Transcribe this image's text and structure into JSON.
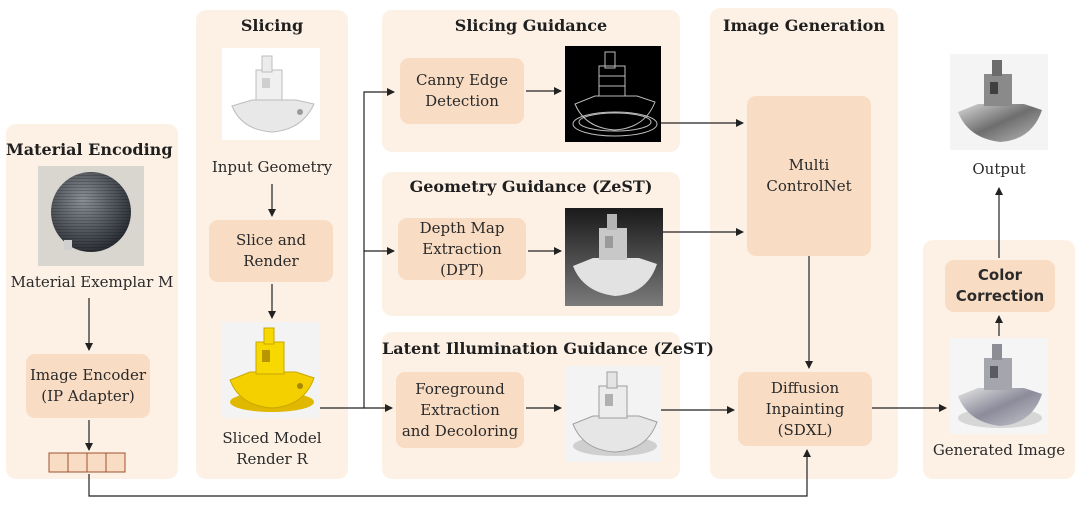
{
  "sections": {
    "material_encoding": "Material Encoding",
    "slicing": "Slicing",
    "slicing_guidance": "Slicing Guidance",
    "geometry_guidance": "Geometry Guidance (ZeST)",
    "latent_illumination_guidance": "Latent Illumination Guidance (ZeST)",
    "image_generation": "Image Generation"
  },
  "nodes": {
    "material_exemplar": "Material Exemplar M",
    "image_encoder": "Image Encoder\n(IP Adapter)",
    "input_geometry": "Input Geometry",
    "slice_and_render": "Slice and\nRender",
    "sliced_model_render": "Sliced Model\nRender R",
    "canny_edge_detection": "Canny Edge\nDetection",
    "depth_map_extraction": "Depth Map\nExtraction (DPT)",
    "foreground_extraction": "Foreground\nExtraction\nand Decoloring",
    "multi_controlnet": "Multi\nControlNet",
    "diffusion_inpainting": "Diffusion\nInpainting (SDXL)",
    "color_correction": "Color\nCorrection",
    "output": "Output",
    "generated_image": "Generated Image"
  },
  "colors": {
    "panel": "#fdf1e6",
    "box": "#f9dcc4",
    "sliced_model": "#f5d000"
  }
}
